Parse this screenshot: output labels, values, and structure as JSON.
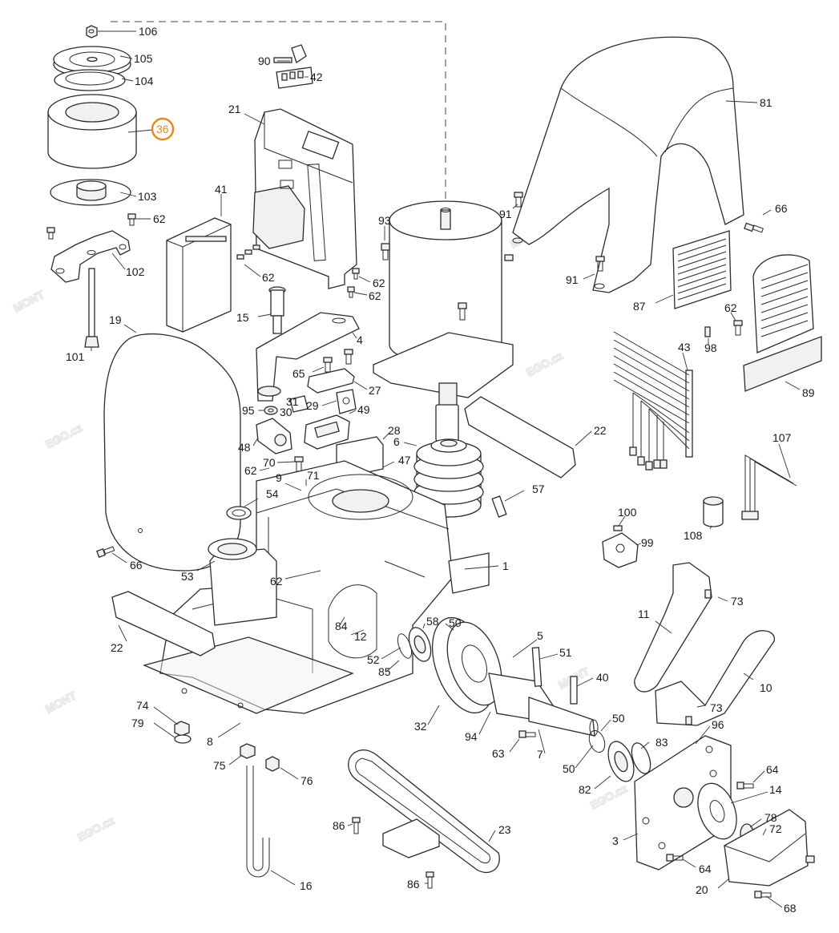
{
  "diagram": {
    "watermark": [
      "MONT",
      "EGO.cz"
    ],
    "highlight_color": "#e8861a",
    "highlighted_callout": "36",
    "callouts": [
      {
        "id": "c106",
        "label": "106"
      },
      {
        "id": "c105",
        "label": "105"
      },
      {
        "id": "c104",
        "label": "104"
      },
      {
        "id": "c36",
        "label": "36"
      },
      {
        "id": "c103",
        "label": "103"
      },
      {
        "id": "c62a",
        "label": "62"
      },
      {
        "id": "c102",
        "label": "102"
      },
      {
        "id": "c101",
        "label": "101"
      },
      {
        "id": "c19",
        "label": "19"
      },
      {
        "id": "c90",
        "label": "90"
      },
      {
        "id": "c42",
        "label": "42"
      },
      {
        "id": "c21",
        "label": "21"
      },
      {
        "id": "c41",
        "label": "41"
      },
      {
        "id": "c62b",
        "label": "62"
      },
      {
        "id": "c62c",
        "label": "62"
      },
      {
        "id": "c62d",
        "label": "62"
      },
      {
        "id": "c15",
        "label": "15"
      },
      {
        "id": "c4",
        "label": "4"
      },
      {
        "id": "c65",
        "label": "65"
      },
      {
        "id": "c27",
        "label": "27"
      },
      {
        "id": "c95",
        "label": "95"
      },
      {
        "id": "c31",
        "label": "31"
      },
      {
        "id": "c30",
        "label": "30"
      },
      {
        "id": "c29",
        "label": "29"
      },
      {
        "id": "c49",
        "label": "49"
      },
      {
        "id": "c28",
        "label": "28"
      },
      {
        "id": "c48",
        "label": "48"
      },
      {
        "id": "c6",
        "label": "6"
      },
      {
        "id": "c70",
        "label": "70"
      },
      {
        "id": "c62e",
        "label": "62"
      },
      {
        "id": "c47",
        "label": "47"
      },
      {
        "id": "c9",
        "label": "9"
      },
      {
        "id": "c71",
        "label": "71"
      },
      {
        "id": "c54",
        "label": "54"
      },
      {
        "id": "c93",
        "label": "93"
      },
      {
        "id": "c91a",
        "label": "91"
      },
      {
        "id": "c81",
        "label": "81"
      },
      {
        "id": "c66a",
        "label": "66"
      },
      {
        "id": "c91b",
        "label": "91"
      },
      {
        "id": "c87",
        "label": "87"
      },
      {
        "id": "c62f",
        "label": "62"
      },
      {
        "id": "c98",
        "label": "98"
      },
      {
        "id": "c43",
        "label": "43"
      },
      {
        "id": "c89",
        "label": "89"
      },
      {
        "id": "c22a",
        "label": "22"
      },
      {
        "id": "c107",
        "label": "107"
      },
      {
        "id": "c57",
        "label": "57"
      },
      {
        "id": "c108",
        "label": "108"
      },
      {
        "id": "c100",
        "label": "100"
      },
      {
        "id": "c99",
        "label": "99"
      },
      {
        "id": "c66b",
        "label": "66"
      },
      {
        "id": "c53",
        "label": "53"
      },
      {
        "id": "c62g",
        "label": "62"
      },
      {
        "id": "c1",
        "label": "1"
      },
      {
        "id": "c73a",
        "label": "73"
      },
      {
        "id": "c11",
        "label": "11"
      },
      {
        "id": "c10",
        "label": "10"
      },
      {
        "id": "c73b",
        "label": "73"
      },
      {
        "id": "c22b",
        "label": "22"
      },
      {
        "id": "c84",
        "label": "84"
      },
      {
        "id": "c12",
        "label": "12"
      },
      {
        "id": "c58",
        "label": "58"
      },
      {
        "id": "c50a",
        "label": "50"
      },
      {
        "id": "c5",
        "label": "5"
      },
      {
        "id": "c51",
        "label": "51"
      },
      {
        "id": "c52",
        "label": "52"
      },
      {
        "id": "c85",
        "label": "85"
      },
      {
        "id": "c40",
        "label": "40"
      },
      {
        "id": "c74",
        "label": "74"
      },
      {
        "id": "c79",
        "label": "79"
      },
      {
        "id": "c8",
        "label": "8"
      },
      {
        "id": "c32",
        "label": "32"
      },
      {
        "id": "c94",
        "label": "94"
      },
      {
        "id": "c50b",
        "label": "50"
      },
      {
        "id": "c96",
        "label": "96"
      },
      {
        "id": "c83",
        "label": "83"
      },
      {
        "id": "c63",
        "label": "63"
      },
      {
        "id": "c7",
        "label": "7"
      },
      {
        "id": "c50c",
        "label": "50"
      },
      {
        "id": "c75",
        "label": "75"
      },
      {
        "id": "c76",
        "label": "76"
      },
      {
        "id": "c82",
        "label": "82"
      },
      {
        "id": "c64a",
        "label": "64"
      },
      {
        "id": "c14",
        "label": "14"
      },
      {
        "id": "c86a",
        "label": "86"
      },
      {
        "id": "c23",
        "label": "23"
      },
      {
        "id": "c3",
        "label": "3"
      },
      {
        "id": "c78",
        "label": "78"
      },
      {
        "id": "c72",
        "label": "72"
      },
      {
        "id": "c64b",
        "label": "64"
      },
      {
        "id": "c16",
        "label": "16"
      },
      {
        "id": "c86b",
        "label": "86"
      },
      {
        "id": "c20",
        "label": "20"
      },
      {
        "id": "c68",
        "label": "68"
      }
    ]
  }
}
